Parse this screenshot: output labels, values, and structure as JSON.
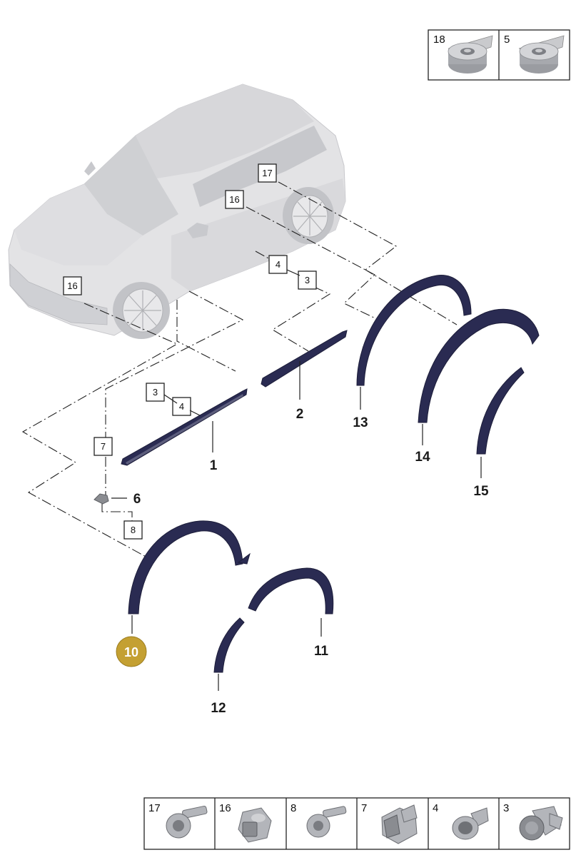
{
  "top_parts_table": [
    {
      "number": "18",
      "icon": "adhesive-tape-roll-icon"
    },
    {
      "number": "5",
      "icon": "adhesive-tape-roll-icon"
    }
  ],
  "callout_boxes": {
    "b17": "17",
    "b16_rear": "16",
    "b4_upper": "4",
    "b3_upper": "3",
    "b16_front": "16",
    "b3_lower": "3",
    "b4_lower": "4",
    "b7": "7",
    "b8": "8"
  },
  "part_labels": {
    "p1": "1",
    "p2": "2",
    "p6": "6",
    "p10": "10",
    "p11": "11",
    "p12": "12",
    "p13": "13",
    "p14": "14",
    "p15": "15"
  },
  "highlight_color": "#c4a032",
  "bottom_parts_table": [
    {
      "number": "17",
      "icon": "torx-bolt-icon"
    },
    {
      "number": "16",
      "icon": "hex-nut-icon"
    },
    {
      "number": "8",
      "icon": "flat-head-screw-icon"
    },
    {
      "number": "7",
      "icon": "expansion-clip-icon"
    },
    {
      "number": "4",
      "icon": "spreader-nut-icon"
    },
    {
      "number": "3",
      "icon": "push-clip-icon"
    }
  ]
}
